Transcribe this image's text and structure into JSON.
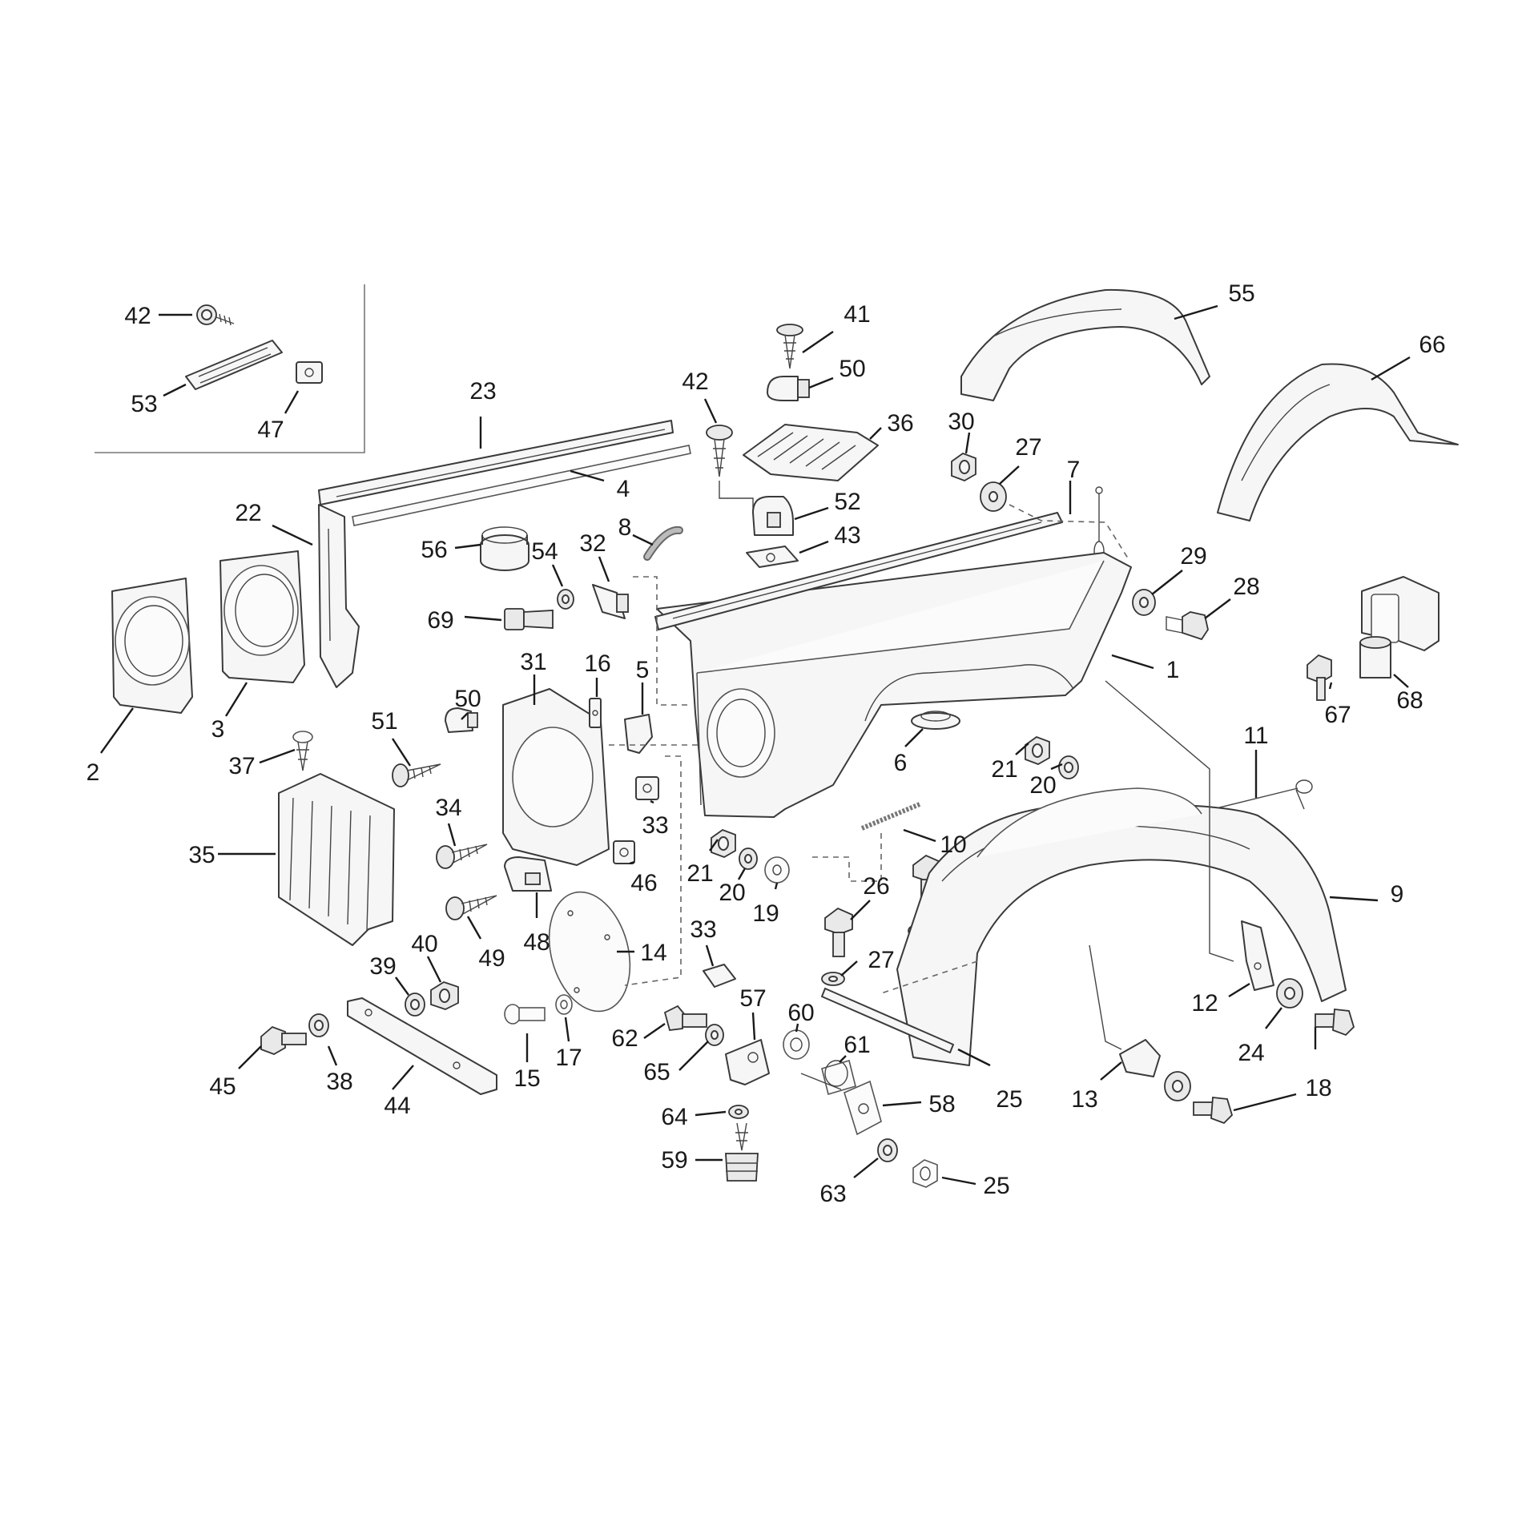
{
  "diagram": {
    "callouts": [
      {
        "id": "c42a",
        "label": "42"
      },
      {
        "id": "c53",
        "label": "53"
      },
      {
        "id": "c47",
        "label": "47"
      },
      {
        "id": "c23",
        "label": "23"
      },
      {
        "id": "c4",
        "label": "4"
      },
      {
        "id": "c22",
        "label": "22"
      },
      {
        "id": "c56",
        "label": "56"
      },
      {
        "id": "c54",
        "label": "54"
      },
      {
        "id": "c32",
        "label": "32"
      },
      {
        "id": "c8",
        "label": "8"
      },
      {
        "id": "c69",
        "label": "69"
      },
      {
        "id": "c2",
        "label": "2"
      },
      {
        "id": "c3",
        "label": "3"
      },
      {
        "id": "c42b",
        "label": "42"
      },
      {
        "id": "c41",
        "label": "41"
      },
      {
        "id": "c50a",
        "label": "50"
      },
      {
        "id": "c36",
        "label": "36"
      },
      {
        "id": "c52",
        "label": "52"
      },
      {
        "id": "c43",
        "label": "43"
      },
      {
        "id": "c55",
        "label": "55"
      },
      {
        "id": "c66",
        "label": "66"
      },
      {
        "id": "c30",
        "label": "30"
      },
      {
        "id": "c27a",
        "label": "27"
      },
      {
        "id": "c7",
        "label": "7"
      },
      {
        "id": "c29",
        "label": "29"
      },
      {
        "id": "c28",
        "label": "28"
      },
      {
        "id": "c1",
        "label": "1"
      },
      {
        "id": "c67",
        "label": "67"
      },
      {
        "id": "c68",
        "label": "68"
      },
      {
        "id": "c31",
        "label": "31"
      },
      {
        "id": "c16",
        "label": "16"
      },
      {
        "id": "c5",
        "label": "5"
      },
      {
        "id": "c50b",
        "label": "50"
      },
      {
        "id": "c51",
        "label": "51"
      },
      {
        "id": "c37",
        "label": "37"
      },
      {
        "id": "c34",
        "label": "34"
      },
      {
        "id": "c33a",
        "label": "33"
      },
      {
        "id": "c46",
        "label": "46"
      },
      {
        "id": "c35",
        "label": "35"
      },
      {
        "id": "c6",
        "label": "6"
      },
      {
        "id": "c21a",
        "label": "21"
      },
      {
        "id": "c20a",
        "label": "20"
      },
      {
        "id": "c11",
        "label": "11"
      },
      {
        "id": "c10",
        "label": "10"
      },
      {
        "id": "c21b",
        "label": "21"
      },
      {
        "id": "c20b",
        "label": "20"
      },
      {
        "id": "c19",
        "label": "19"
      },
      {
        "id": "c26",
        "label": "26"
      },
      {
        "id": "c9",
        "label": "9"
      },
      {
        "id": "c49",
        "label": "49"
      },
      {
        "id": "c48",
        "label": "48"
      },
      {
        "id": "c14",
        "label": "14"
      },
      {
        "id": "c33b",
        "label": "33"
      },
      {
        "id": "c27b",
        "label": "27"
      },
      {
        "id": "c39",
        "label": "39"
      },
      {
        "id": "c40",
        "label": "40"
      },
      {
        "id": "c12",
        "label": "12"
      },
      {
        "id": "c57",
        "label": "57"
      },
      {
        "id": "c60",
        "label": "60"
      },
      {
        "id": "c61",
        "label": "61"
      },
      {
        "id": "c62",
        "label": "62"
      },
      {
        "id": "c65",
        "label": "65"
      },
      {
        "id": "c15",
        "label": "15"
      },
      {
        "id": "c17",
        "label": "17"
      },
      {
        "id": "c45",
        "label": "45"
      },
      {
        "id": "c38",
        "label": "38"
      },
      {
        "id": "c44",
        "label": "44"
      },
      {
        "id": "c24",
        "label": "24"
      },
      {
        "id": "c18",
        "label": "18"
      },
      {
        "id": "c25a",
        "label": "25"
      },
      {
        "id": "c13",
        "label": "13"
      },
      {
        "id": "c58",
        "label": "58"
      },
      {
        "id": "c64",
        "label": "64"
      },
      {
        "id": "c59",
        "label": "59"
      },
      {
        "id": "c63",
        "label": "63"
      },
      {
        "id": "c25b",
        "label": "25"
      }
    ]
  }
}
